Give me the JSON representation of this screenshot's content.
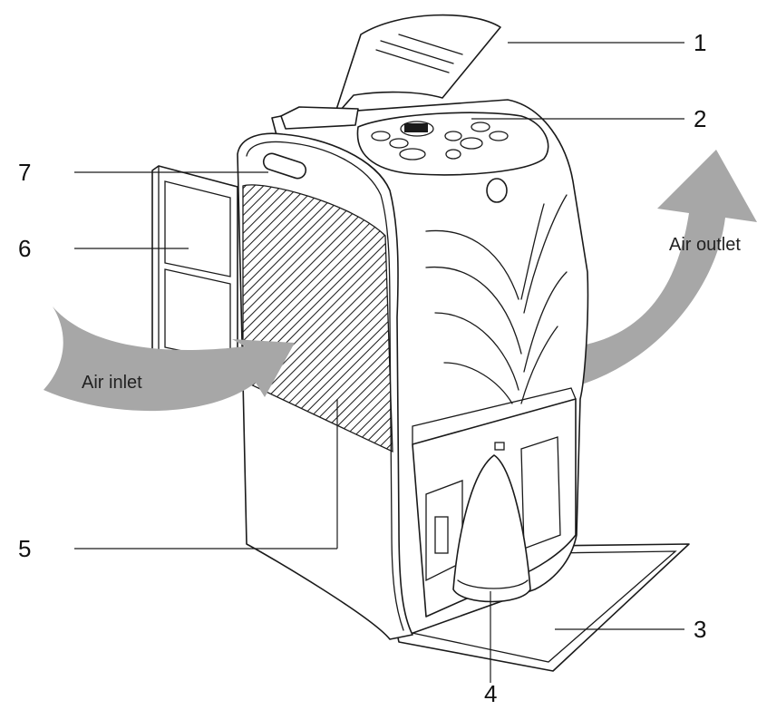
{
  "colors": {
    "arrow_fill": "#a7a7a7",
    "outline": "#1a1a1a",
    "background": "#ffffff"
  },
  "callouts": [
    {
      "id": "1",
      "label": "1"
    },
    {
      "id": "2",
      "label": "2"
    },
    {
      "id": "3",
      "label": "3"
    },
    {
      "id": "4",
      "label": "4"
    },
    {
      "id": "5",
      "label": "5"
    },
    {
      "id": "6",
      "label": "6"
    },
    {
      "id": "7",
      "label": "7"
    }
  ],
  "flows": {
    "inlet_label": "Air inlet",
    "outlet_label": "Air outlet"
  }
}
